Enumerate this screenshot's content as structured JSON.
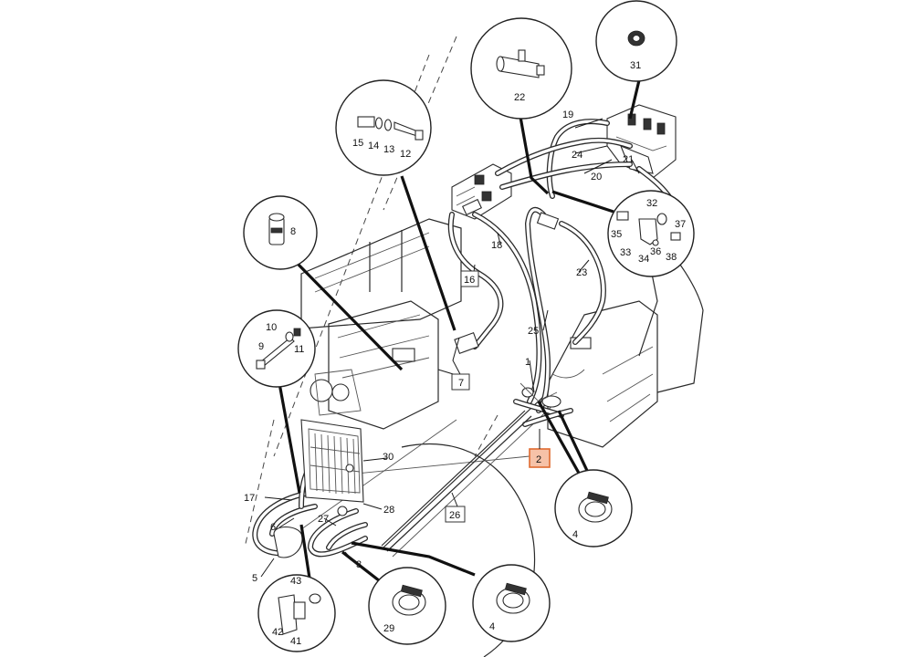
{
  "labels": {
    "l1": "1",
    "l2": "2",
    "l3": "3",
    "l4a": "4",
    "l4b": "4",
    "l5": "5",
    "l6": "6",
    "l7": "7",
    "l8": "8",
    "l9": "9",
    "l10": "10",
    "l11": "11",
    "l12": "12",
    "l13": "13",
    "l14": "14",
    "l15": "15",
    "l16": "16",
    "l17": "17",
    "l18": "18",
    "l19": "19",
    "l20": "20",
    "l21": "21",
    "l22": "22",
    "l23": "23",
    "l24": "24",
    "l25": "25",
    "l26": "26",
    "l27": "27",
    "l28": "28",
    "l29": "29",
    "l30": "30",
    "l31": "31",
    "l32": "32",
    "l33": "33",
    "l34": "34",
    "l35": "35",
    "l36": "36",
    "l37": "37",
    "l38": "38",
    "l41": "41",
    "l42": "42",
    "l43": "43"
  },
  "highlight": {
    "part": "2",
    "fill": "#f6c2a8",
    "border": "#e06a30"
  }
}
